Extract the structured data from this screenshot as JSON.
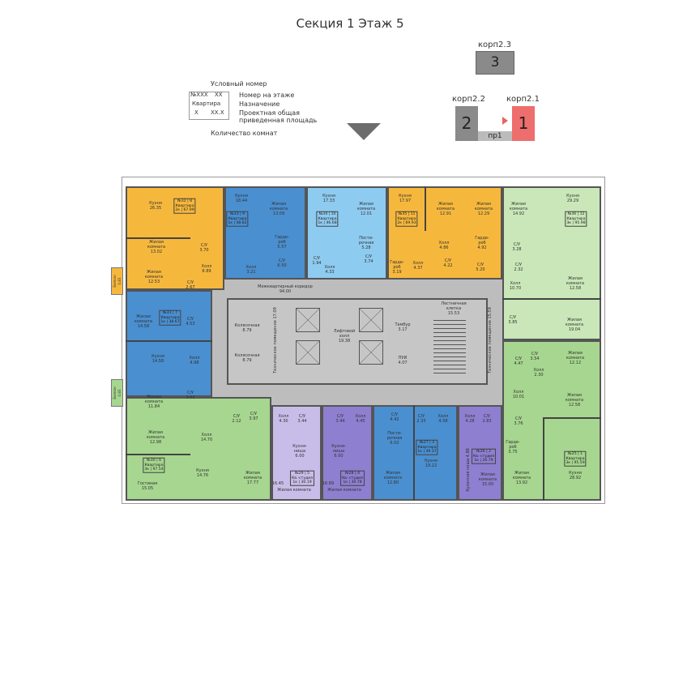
{
  "title": "Секция 1 Этаж 5",
  "buildings": {
    "b23": {
      "label": "корп2.3",
      "num": "3"
    },
    "b22": {
      "label": "корп2.2",
      "num": "2"
    },
    "b21": {
      "label": "корп2.1",
      "num": "1"
    },
    "passage": "пр1"
  },
  "legend": {
    "cell1": "№XXX",
    "cell2": "XX",
    "cell3": "Квартира",
    "cell4": "X",
    "cell5": "XX.X",
    "l1": "Условный номер",
    "l2": "Номер на этаже",
    "l3": "Назначение",
    "l4": "Проектная общая\nприведенная площадь",
    "l5": "Количество комнат"
  },
  "colors": {
    "orange": "#f6b83c",
    "blue": "#4a8fd0",
    "lightblue": "#8ecbf0",
    "green": "#a6d68f",
    "lightgreen": "#c9e7b8",
    "lavender": "#c8bde8",
    "purple": "#8e7fd0",
    "core": "#bdbdbd"
  },
  "balconies": [
    "Балкон\n0.83",
    "Балкон\n0.83"
  ],
  "apartments": {
    "a32": {
      "tag": "№32 | 8\nКвартира\n2к | 67.99",
      "rooms": [
        "Кухня\n26.35",
        "Жилая\nкомната\n13.02",
        "Жилая\nкомната\n12.53",
        "С/У\n3.70",
        "Холл\n8.89",
        "С/У\n2.67"
      ]
    },
    "a33": {
      "tag": "№33 | 9\nКвартира\n1к | 48.82",
      "rooms": [
        "Кухня\n18.44",
        "Жилая\nкомната\n13.09",
        "Гарде-\nроб\n5.57",
        "С/У\n6.50",
        "Холл\n3.21"
      ]
    },
    "a34": {
      "tag": "№34 | 10\nКвартира\n1к | 46.68",
      "rooms": [
        "Кухня\n17.33",
        "Жилая\nкомната\n12.01",
        "Пости-\nрочная\n5.28",
        "С/У\n1.94",
        "Холл\n4.33",
        "С/У\n3.74"
      ]
    },
    "a35": {
      "tag": "№35 | 11\nКвартира\n2к | 69.93",
      "rooms": [
        "Кухня\n17.97",
        "Жилая\nкомната\n12.91",
        "Жилая\nкомната\n12.29",
        "Холл\n4.86",
        "Гарде-\nроб\n4.92",
        "Гарде-\nроб\n3.19",
        "Холл\n4.37",
        "С/У\n4.22",
        "С/У\n5.20"
      ]
    },
    "a36": {
      "tag": "№36 | 12\nКвартира\n3к | 95.98",
      "rooms": [
        "Жилая\nкомната\n14.92",
        "Кухня\n29.29",
        "С/У\n3.28",
        "С/У\n2.32",
        "Холл\n10.70",
        "Жилая\nкомната\n12.58",
        "С/У\n3.85",
        "Жилая\nкомната\n19.04"
      ]
    },
    "a31": {
      "tag": "№31 | 7\nКвартира\n1к | 38.67",
      "rooms": [
        "Жилая\nкомната\n14.58",
        "С/У\n4.53",
        "Кухня\n14.58",
        "Холл\n4.98"
      ]
    },
    "a25": {
      "tag": "№25 | 1\nКвартира\n3к | 95.59",
      "rooms": [
        "С/У\n4.47",
        "С/У\n3.54",
        "Холл\n2.30",
        "Жилая\nкомната\n12.12",
        "Холл\n10.01",
        "Жилая\nкомната\n12.58",
        "С/У\n3.76",
        "Гарде-\nроб\n3.75",
        "Жилая\nкомната\n13.92",
        "Кухня\n28.92"
      ]
    },
    "a30": {
      "tag": "№30 | 6\nКвартира\n3к | 97.54",
      "rooms": [
        "Жилая\nкомната\n11.84",
        "С/У\n3.52",
        "С/У\n2.12",
        "С/У\n3.97",
        "Жилая\nкомната\n12.98",
        "Холл\n14.70",
        "Кухня\n14.76",
        "Жилая\nкомната\n17.77",
        "Гостиная\n15.05"
      ]
    },
    "a29": {
      "tag": "№29 | 5\nКв.-студия\n1к | 30.19",
      "rooms": [
        "Холл\n4.30",
        "С/У\n3.44",
        "Кухня-\nниша\n6.00",
        "16.45",
        "Жилая комната"
      ]
    },
    "a28": {
      "tag": "№28 | 4\nКв.-студия\n1к | 30.78",
      "rooms": [
        "С/У\n3.44",
        "Холл\n4.45",
        "Кухня-\nниша\n6.00",
        "16.89",
        "Жилая комната"
      ]
    },
    "a27": {
      "tag": "№27 | 3\nКвартира\n1к | 49.37",
      "rooms": [
        "С/У\n4.42",
        "С/У\n2.33",
        "Холл\n4.58",
        "Пости-\nрочная\n6.02",
        "Кухня\n19.22",
        "Жилая\nкомната\n12.80"
      ]
    },
    "a26": {
      "tag": "№26 | 2\nКв.-студия\n1к | 26.79",
      "rooms": [
        "Холл\n4.28",
        "С/У\n2.83",
        "Кухонная ниша 4.88",
        "Жилая\nкомната\n15.00"
      ]
    }
  },
  "core": [
    "Межквартирный коридор\n94.00",
    "Колясочная\n8.79",
    "Колясочная\n8.79",
    "Техническое помещение 17.09",
    "Лифтовой\nхолл\n19.38",
    "Тамбур\n3.17",
    "ПУИ\n4.07",
    "Лестничная\nклетка\n15.53",
    "Техническое помещение 15.59"
  ]
}
